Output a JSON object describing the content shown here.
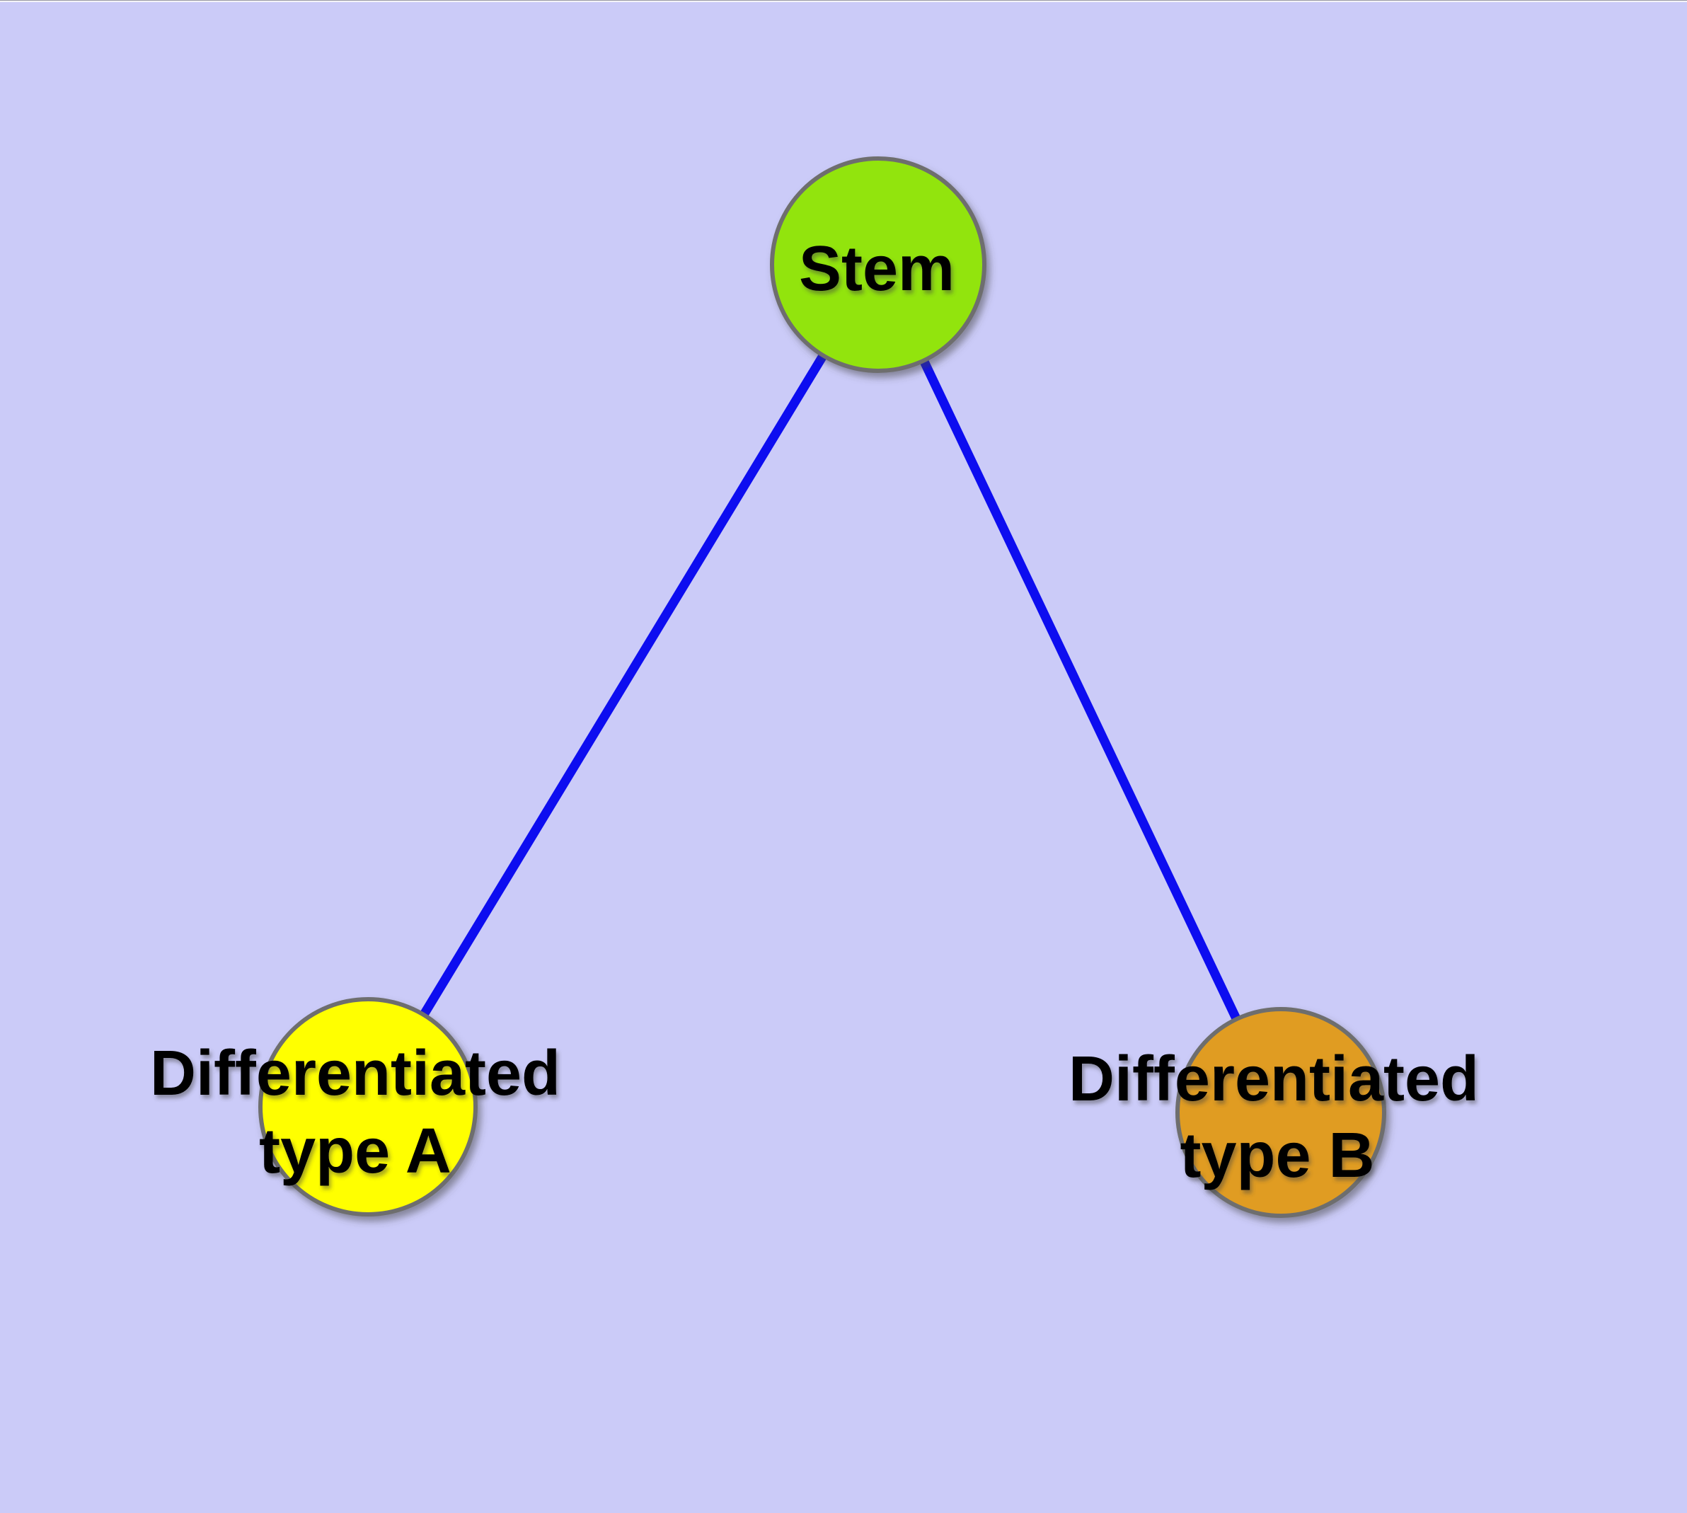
{
  "colors": {
    "background": "#CBCBF8",
    "edge": "#0D0DF0",
    "node_border": "#6E6E6E",
    "label_text": "#000000",
    "stem_fill": "#92E40C",
    "type_a_fill": "#FFFF00",
    "type_b_fill": "#E09C20"
  },
  "nodes": [
    {
      "id": "stem",
      "label": "Stem"
    },
    {
      "id": "type-a",
      "label_line1": "Differentiated",
      "label_line2": "type A"
    },
    {
      "id": "type-b",
      "label_line1": "Differentiated",
      "label_line2": "type B"
    }
  ],
  "edges": [
    {
      "from": "Stem",
      "to": "Differentiated type A"
    },
    {
      "from": "Stem",
      "to": "Differentiated type B"
    }
  ]
}
